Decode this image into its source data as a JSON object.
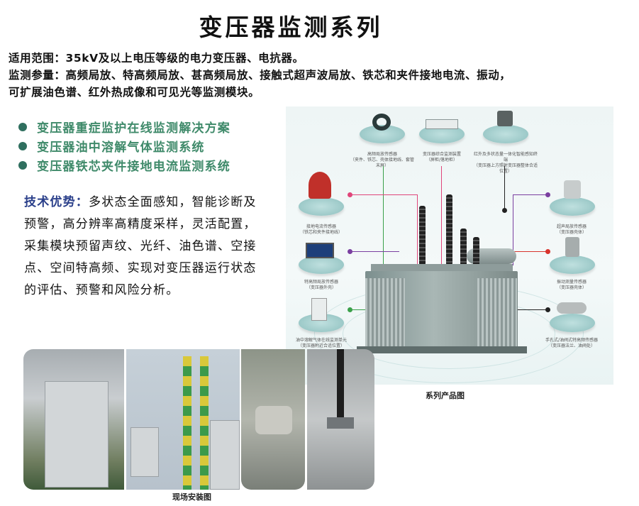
{
  "title": "变压器监测系列",
  "description": {
    "line1": "适用范围：35kV及以上电压等级的电力变压器、电抗器。",
    "line2": "监测参量：高频局放、特高频局放、甚高频局放、接触式超声波局放、铁芯和夹件接地电流、振动，",
    "line3": "可扩展油色谱、红外热成像和可见光等监测模块。"
  },
  "solutions": [
    "变压器重症监护在线监测解决方案",
    "变压器油中溶解气体监测系统",
    "变压器铁芯夹件接地电流监测系统"
  ],
  "advantages": {
    "label": "技术优势：",
    "text": "多状态全面感知，智能诊断及预警，高分辨率高精度采样，灵活配置，采集模块预留声纹、光纤、油色谱、空接点、空间特高频、实现对变压器运行状态的评估、预警和风险分析。"
  },
  "diagram": {
    "sensors": [
      {
        "caption": "高频局放传感器\n（夹件、铁芯、壳体接地线、套管末屏）"
      },
      {
        "caption": "变压器综合监测装置\n（屏柜/落地柜）"
      },
      {
        "caption": "红外及多状态量一体化智能感知终端\n（变压器上方照射变压器整体合适位置）"
      },
      {
        "caption": "接地电流传感器\n（铁芯和夹件接地线）"
      },
      {
        "caption": "超声局放传感器\n（变压器壳体）"
      },
      {
        "caption": "特高频局放传感器\n（变压器外壳）"
      },
      {
        "caption": "振动测量传感器\n（变压器壳体）"
      },
      {
        "caption": "油中溶解气体在线监测单元\n（变压器附近合适位置）"
      },
      {
        "caption": "手孔式/油阀式特高频传感器\n（变压器法兰、油阀处）"
      }
    ],
    "colors": {
      "pink": "#e0457a",
      "green": "#3aa04a",
      "black": "#222222",
      "red": "#d8332c",
      "purple": "#7a3fa0",
      "teal": "#2f6f5f"
    }
  },
  "captions": {
    "products": "系列产品图",
    "site": "现场安装图"
  }
}
